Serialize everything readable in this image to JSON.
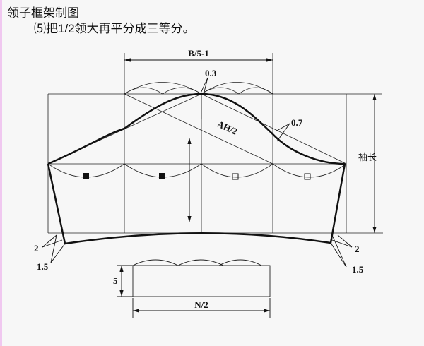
{
  "title": "领子框架制图",
  "step": "⑸把1/2领大再平分成三等分。",
  "labels": {
    "width_top": "B/5-1",
    "peak_offset": "0.3",
    "curve_offset": "0.7",
    "diagonal": "AH/2",
    "sleeve_length": "袖长",
    "left_2": "2",
    "left_15": "1.5",
    "right_2": "2",
    "right_15": "1.5",
    "collar_height": "5",
    "collar_width": "N/2"
  }
}
